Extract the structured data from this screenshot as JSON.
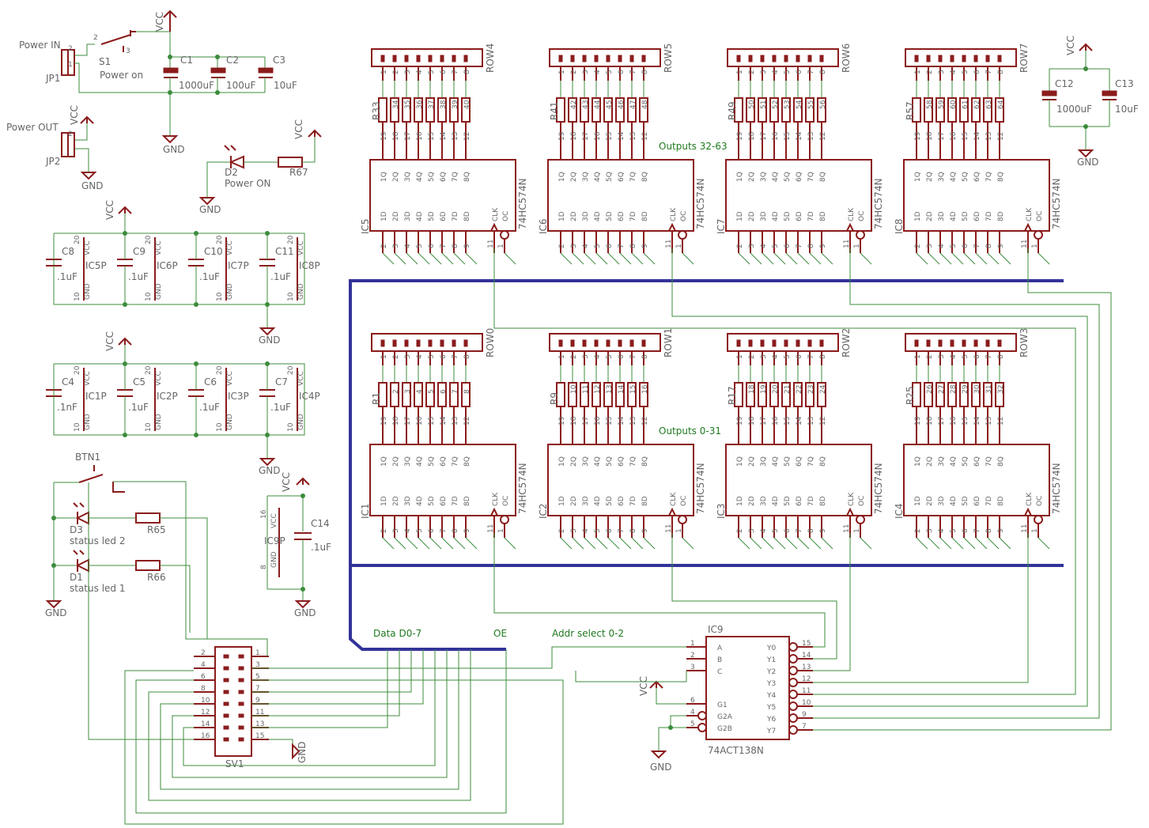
{
  "colors": {
    "part": "#8b1c1c",
    "wire": "#3c8c3c",
    "bus": "#333399",
    "text": "#666666",
    "net_label": "#1f7a1f"
  },
  "power": {
    "jp1": "JP1",
    "power_in": "Power IN",
    "jp2": "JP2",
    "power_out": "Power OUT",
    "s1": "S1",
    "s1_val": "Power on",
    "c1": "C1",
    "c1_val": "1000uF",
    "c2": "C2",
    "c2_val": "100uF",
    "c3": "C3",
    "c3_val": "10uF",
    "d2": "D2",
    "d2_val": "Power ON",
    "r67": "R67",
    "c12": "C12",
    "c12_val": "1000uF",
    "c13": "C13",
    "c13_val": "10uF"
  },
  "supply": {
    "vcc": "VCC",
    "gnd": "GND"
  },
  "decoupling_top": [
    {
      "cap": "C8",
      "val": ".1uF",
      "ic": "IC5P"
    },
    {
      "cap": "C9",
      "val": ".1uF",
      "ic": "IC6P"
    },
    {
      "cap": "C10",
      "val": ".1uF",
      "ic": "IC7P"
    },
    {
      "cap": "C11",
      "val": ".1uF",
      "ic": "IC8P"
    }
  ],
  "decoupling_bottom": [
    {
      "cap": "C4",
      "val": ".1nF",
      "ic": "IC1P"
    },
    {
      "cap": "C5",
      "val": ".1uF",
      "ic": "IC2P"
    },
    {
      "cap": "C6",
      "val": ".1uF",
      "ic": "IC3P"
    },
    {
      "cap": "C7",
      "val": ".1uF",
      "ic": "IC4P"
    }
  ],
  "ic9p": {
    "name": "IC9P",
    "cap": "C14",
    "val": ".1uF",
    "pin_vcc": "16",
    "pin_gnd": "8"
  },
  "status": {
    "btn": "BTN1",
    "d3": "D3",
    "d3_val": "status led 2",
    "r65": "R65",
    "d1": "D1",
    "d1_val": "status led 1",
    "r66": "R66"
  },
  "latch_top": [
    {
      "ic": "IC5",
      "row": "ROW4",
      "r": "R33",
      "res": [
        "34",
        "35",
        "36",
        "37",
        "38",
        "39",
        "40"
      ]
    },
    {
      "ic": "IC6",
      "row": "ROW5",
      "r": "R41",
      "res": [
        "42",
        "43",
        "44",
        "45",
        "46",
        "47",
        "48"
      ]
    },
    {
      "ic": "IC7",
      "row": "ROW6",
      "r": "R49",
      "res": [
        "50",
        "51",
        "52",
        "53",
        "54",
        "55",
        "56"
      ]
    },
    {
      "ic": "IC8",
      "row": "ROW7",
      "r": "R57",
      "res": [
        "58",
        "59",
        "60",
        "61",
        "62",
        "63",
        "64"
      ]
    }
  ],
  "latch_bottom": [
    {
      "ic": "IC1",
      "row": "ROW0",
      "r": "R1",
      "res": [
        "2",
        "3",
        "4",
        "5",
        "6",
        "7",
        "8"
      ]
    },
    {
      "ic": "IC2",
      "row": "ROW1",
      "r": "R9",
      "res": [
        "10",
        "11",
        "12",
        "13",
        "14",
        "15",
        "16"
      ]
    },
    {
      "ic": "IC3",
      "row": "ROW2",
      "r": "R17",
      "res": [
        "18",
        "19",
        "20",
        "21",
        "22",
        "23",
        "24"
      ]
    },
    {
      "ic": "IC4",
      "row": "ROW3",
      "r": "R25",
      "res": [
        "26",
        "27",
        "28",
        "29",
        "30",
        "31",
        "32"
      ]
    }
  ],
  "latch": {
    "part": "74HC574N",
    "q_labels": [
      "1Q",
      "2Q",
      "3Q",
      "4Q",
      "5Q",
      "6Q",
      "7Q",
      "8Q"
    ],
    "d_labels": [
      "1D",
      "2D",
      "3D",
      "4D",
      "5D",
      "6D",
      "7D",
      "8D"
    ],
    "clk": "CLK",
    "oc": "OC",
    "q_pins": [
      "19",
      "18",
      "17",
      "16",
      "15",
      "14",
      "13",
      "12"
    ],
    "d_pins": [
      "2",
      "3",
      "4",
      "5",
      "6",
      "7",
      "8",
      "9"
    ],
    "clk_pin": "11",
    "oc_pin": "1",
    "row_pins": [
      "1",
      "2",
      "3",
      "4",
      "5",
      "6",
      "7",
      "8"
    ]
  },
  "nets": {
    "outputs_top": "Outputs 32-63",
    "outputs_bottom": "Outputs 0-31",
    "data": "Data D0-7",
    "oe": "OE",
    "addr": "Addr select 0-2"
  },
  "decoder": {
    "name": "IC9",
    "part": "74ACT138N",
    "left": [
      {
        "pin": "1",
        "label": "A"
      },
      {
        "pin": "2",
        "label": "B"
      },
      {
        "pin": "3",
        "label": "C"
      },
      {
        "pin": "6",
        "label": "G1"
      },
      {
        "pin": "4",
        "label": "G2A"
      },
      {
        "pin": "5",
        "label": "G2B"
      }
    ],
    "right": [
      {
        "pin": "15",
        "label": "Y0"
      },
      {
        "pin": "14",
        "label": "Y1"
      },
      {
        "pin": "13",
        "label": "Y2"
      },
      {
        "pin": "12",
        "label": "Y3"
      },
      {
        "pin": "11",
        "label": "Y4"
      },
      {
        "pin": "10",
        "label": "Y5"
      },
      {
        "pin": "9",
        "label": "Y6"
      },
      {
        "pin": "7",
        "label": "Y7"
      }
    ]
  },
  "connector": {
    "name": "SV1",
    "left_pins": [
      "2",
      "4",
      "6",
      "8",
      "10",
      "12",
      "14",
      "16"
    ],
    "right_pins": [
      "1",
      "3",
      "5",
      "7",
      "9",
      "11",
      "13",
      "15"
    ]
  }
}
